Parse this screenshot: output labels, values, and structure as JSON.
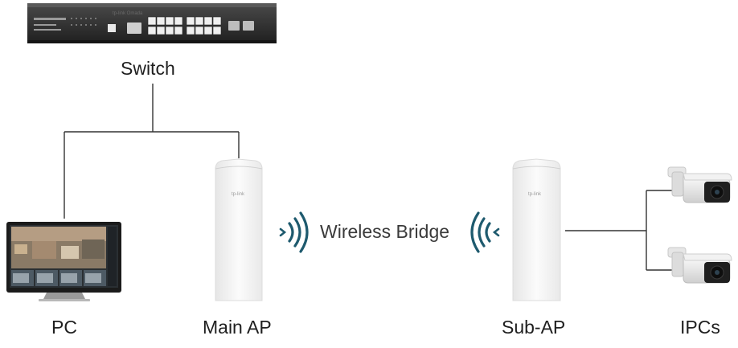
{
  "nodes": {
    "switch": {
      "label": "Switch",
      "icon": "network-switch-icon",
      "brand_text": "tp-link Omada"
    },
    "pc": {
      "label": "PC",
      "icon": "monitor-icon"
    },
    "main_ap": {
      "label": "Main AP",
      "icon": "outdoor-access-point-icon",
      "brand_text": "tp-link"
    },
    "sub_ap": {
      "label": "Sub-AP",
      "icon": "outdoor-access-point-icon",
      "brand_text": "tp-link"
    },
    "ipcs": {
      "label": "IPCs",
      "icon": "bullet-camera-icon"
    }
  },
  "links": {
    "wireless": {
      "label": "Wireless Bridge",
      "color": "#1e5a6e"
    },
    "wired_color": "#333333"
  },
  "colors": {
    "switch_body": "#2b2b2b",
    "ap_body": "#f4f4f4",
    "wave": "#1e5a6e"
  }
}
